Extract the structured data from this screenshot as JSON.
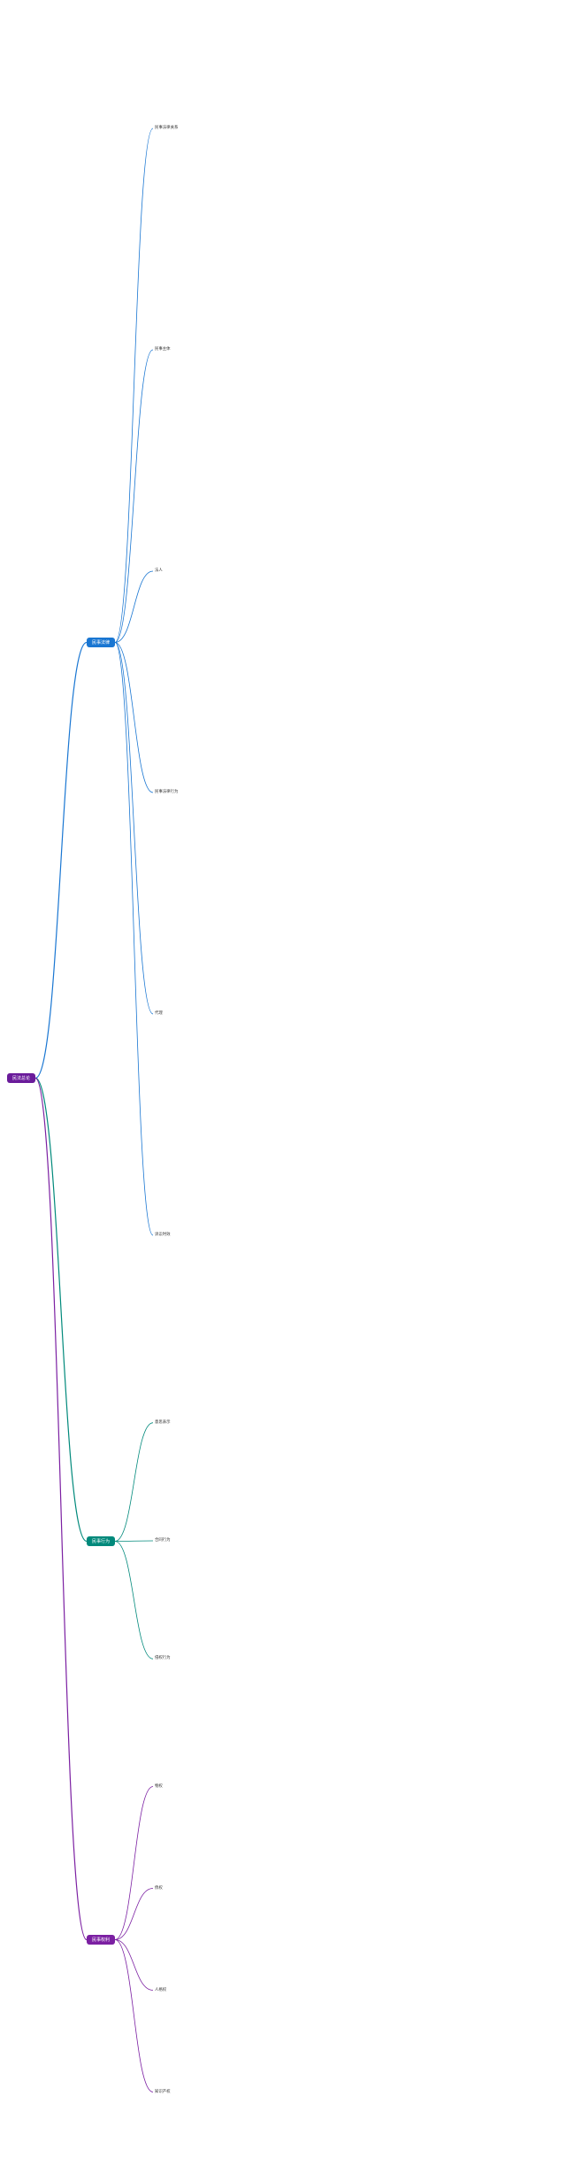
{
  "root": {
    "label": "民法总论",
    "color": "#6a1b9a"
  },
  "branches": [
    {
      "id": "b1",
      "label": "民事法律",
      "color": "#1976d2"
    },
    {
      "id": "b2",
      "label": "民事行为",
      "color": "#00897b"
    },
    {
      "id": "b3",
      "label": "民事权利",
      "color": "#7b1fa2"
    }
  ],
  "branch1_children": [
    {
      "id": "c1",
      "label": "民事法律关系"
    },
    {
      "id": "c2",
      "label": "民事主体"
    },
    {
      "id": "c3",
      "label": "法人"
    },
    {
      "id": "c4",
      "label": "民事法律行为"
    },
    {
      "id": "c5",
      "label": "代理"
    },
    {
      "id": "c6",
      "label": "诉讼时效"
    }
  ],
  "branch2_children": [
    {
      "id": "d1",
      "label": "意思表示"
    },
    {
      "id": "d2",
      "label": "合同行为"
    },
    {
      "id": "d3",
      "label": "侵权行为"
    }
  ],
  "branch3_children": [
    {
      "id": "e1",
      "label": "物权"
    },
    {
      "id": "e2",
      "label": "债权"
    },
    {
      "id": "e3",
      "label": "人格权"
    },
    {
      "id": "e4",
      "label": "知识产权"
    }
  ],
  "colors": {
    "line1": "#1976d2",
    "line2": "#00897b",
    "line3": "#7b1fa2",
    "leaf_line": "#90a4ae"
  }
}
